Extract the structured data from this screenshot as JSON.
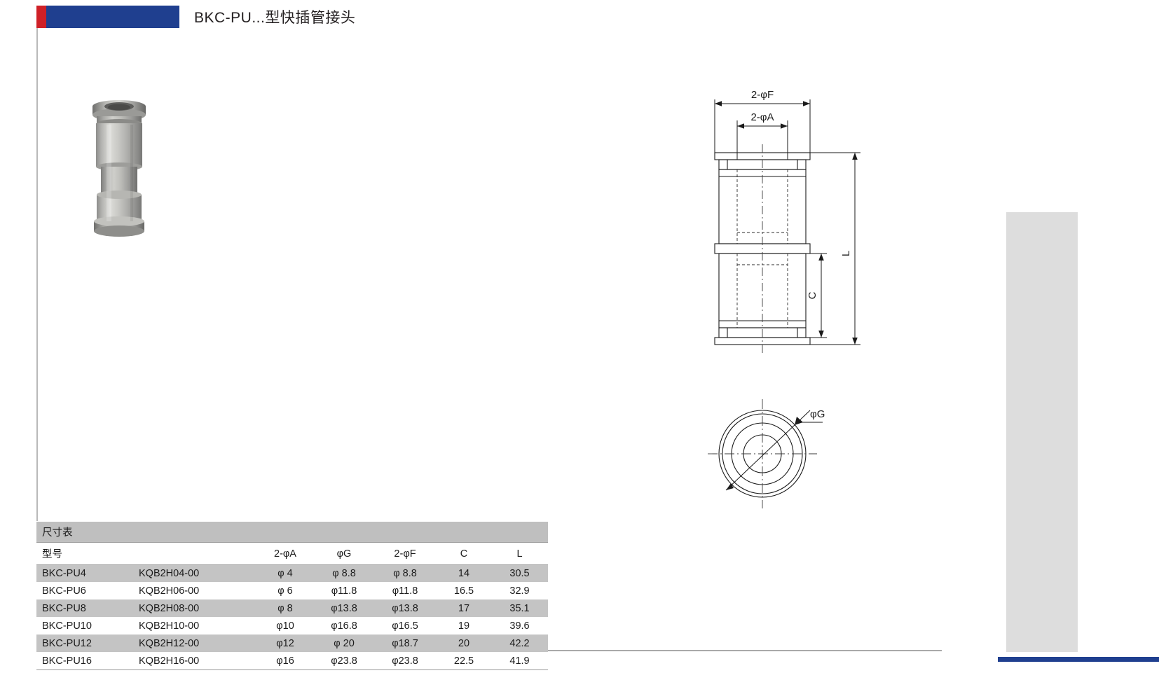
{
  "header": {
    "title": "BKC-PU...型快插管接头",
    "accent_red": "#cf2027",
    "accent_blue": "#1f3f8f"
  },
  "product_photo": {
    "alt": "stainless steel straight union push-in tube fitting"
  },
  "drawing": {
    "labels": {
      "outer_diameter": "2-φF",
      "tube_bore": "2-φA",
      "overall_length": "L",
      "body_length": "C",
      "end_view_diameter": "φG"
    }
  },
  "table": {
    "caption": "尺寸表",
    "columns": [
      "型号",
      "",
      "2-φA",
      "φG",
      "2-φF",
      "C",
      "L"
    ],
    "rows": [
      {
        "model": "BKC-PU4",
        "code": "KQB2H04-00",
        "a": "φ 4",
        "g": "φ 8.8",
        "f": "φ 8.8",
        "c": "14",
        "l": "30.5"
      },
      {
        "model": "BKC-PU6",
        "code": "KQB2H06-00",
        "a": "φ 6",
        "g": "φ11.8",
        "f": "φ11.8",
        "c": "16.5",
        "l": "32.9"
      },
      {
        "model": "BKC-PU8",
        "code": "KQB2H08-00",
        "a": "φ 8",
        "g": "φ13.8",
        "f": "φ13.8",
        "c": "17",
        "l": "35.1"
      },
      {
        "model": "BKC-PU10",
        "code": "KQB2H10-00",
        "a": "φ10",
        "g": "φ16.8",
        "f": "φ16.5",
        "c": "19",
        "l": "39.6"
      },
      {
        "model": "BKC-PU12",
        "code": "KQB2H12-00",
        "a": "φ12",
        "g": "φ 20",
        "f": "φ18.7",
        "c": "20",
        "l": "42.2"
      },
      {
        "model": "BKC-PU16",
        "code": "KQB2H16-00",
        "a": "φ16",
        "g": "φ23.8",
        "f": "φ23.8",
        "c": "22.5",
        "l": "41.9"
      }
    ]
  }
}
